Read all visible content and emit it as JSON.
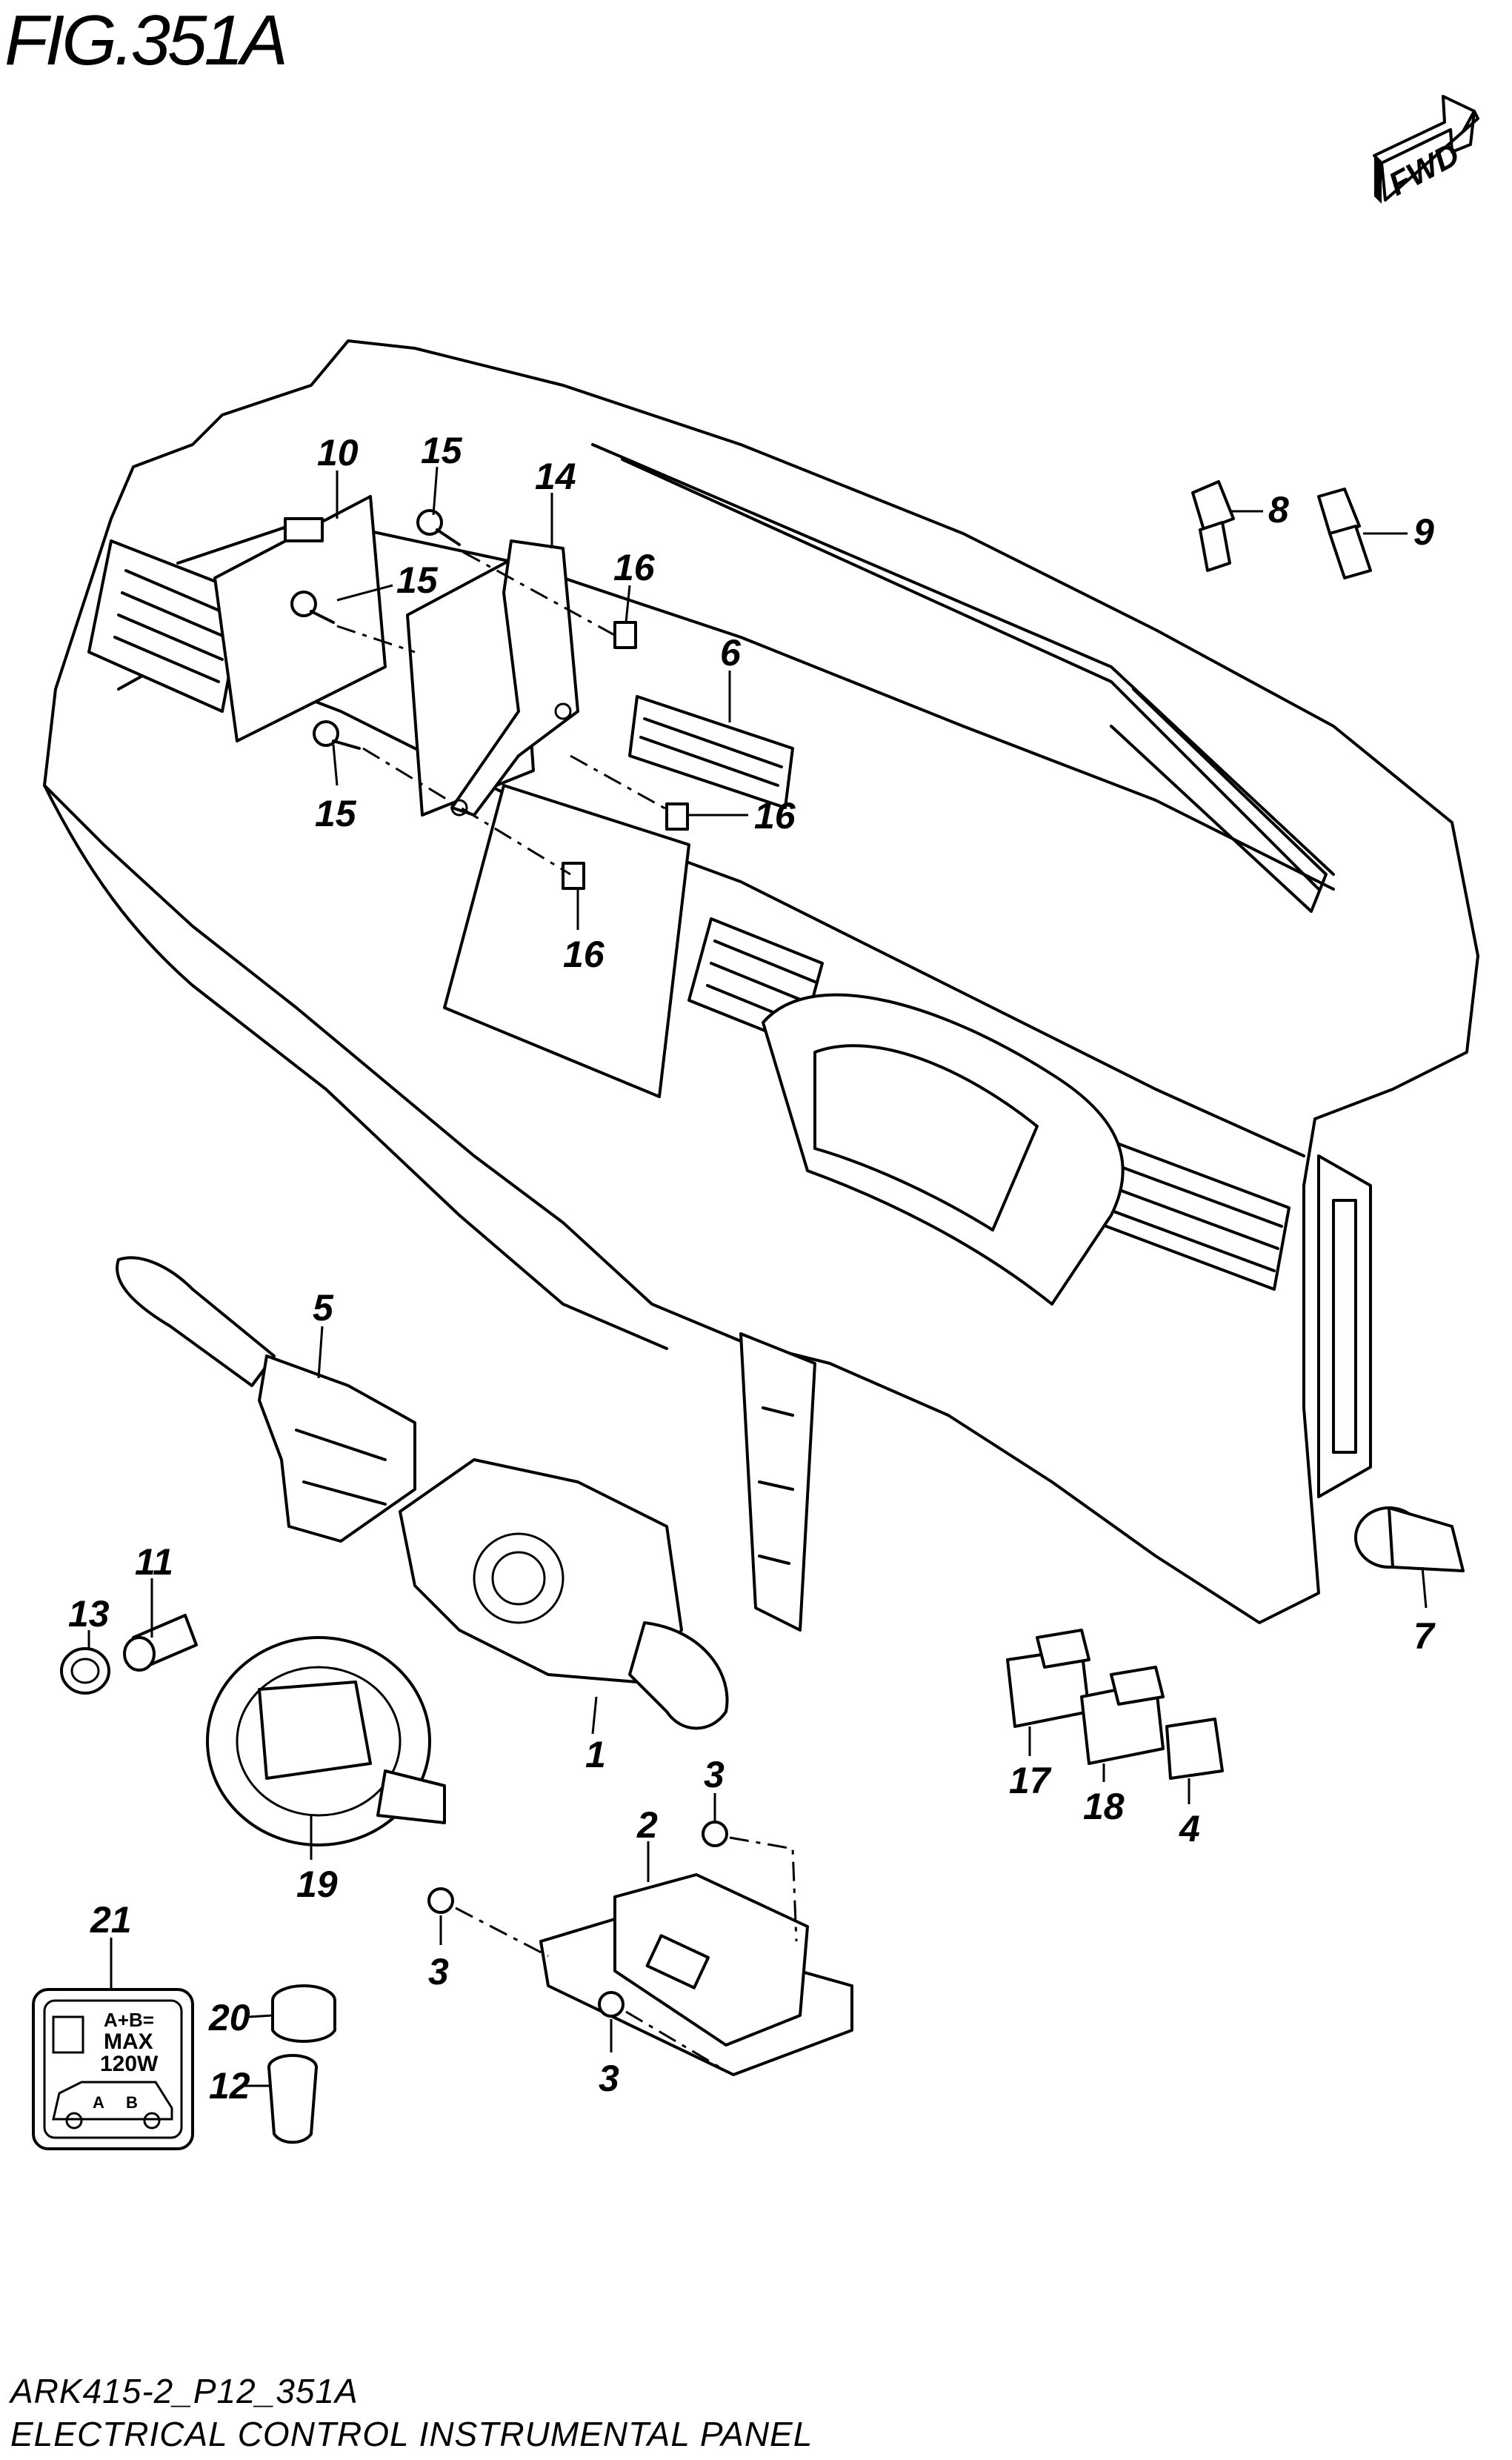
{
  "header": {
    "figure_title": "FIG.351A"
  },
  "fwd_badge": {
    "label": "FWD"
  },
  "callouts": {
    "c1": "1",
    "c2": "2",
    "c3a": "3",
    "c3b": "3",
    "c3c": "3",
    "c4": "4",
    "c5": "5",
    "c6": "6",
    "c7": "7",
    "c8": "8",
    "c9": "9",
    "c10": "10",
    "c11": "11",
    "c12": "12",
    "c13": "13",
    "c14": "14",
    "c15a": "15",
    "c15b": "15",
    "c15c": "15",
    "c16a": "16",
    "c16b": "16",
    "c16c": "16",
    "c17": "17",
    "c18": "18",
    "c19": "19",
    "c20": "20",
    "c21": "21"
  },
  "label_sticker": {
    "line1": "A+B=",
    "line2": "MAX",
    "line3": "120W",
    "a": "A",
    "b": "B"
  },
  "footer": {
    "code": "ARK415-2_P12_351A",
    "caption": "ELECTRICAL CONTROL INSTRUMENTAL PANEL"
  }
}
